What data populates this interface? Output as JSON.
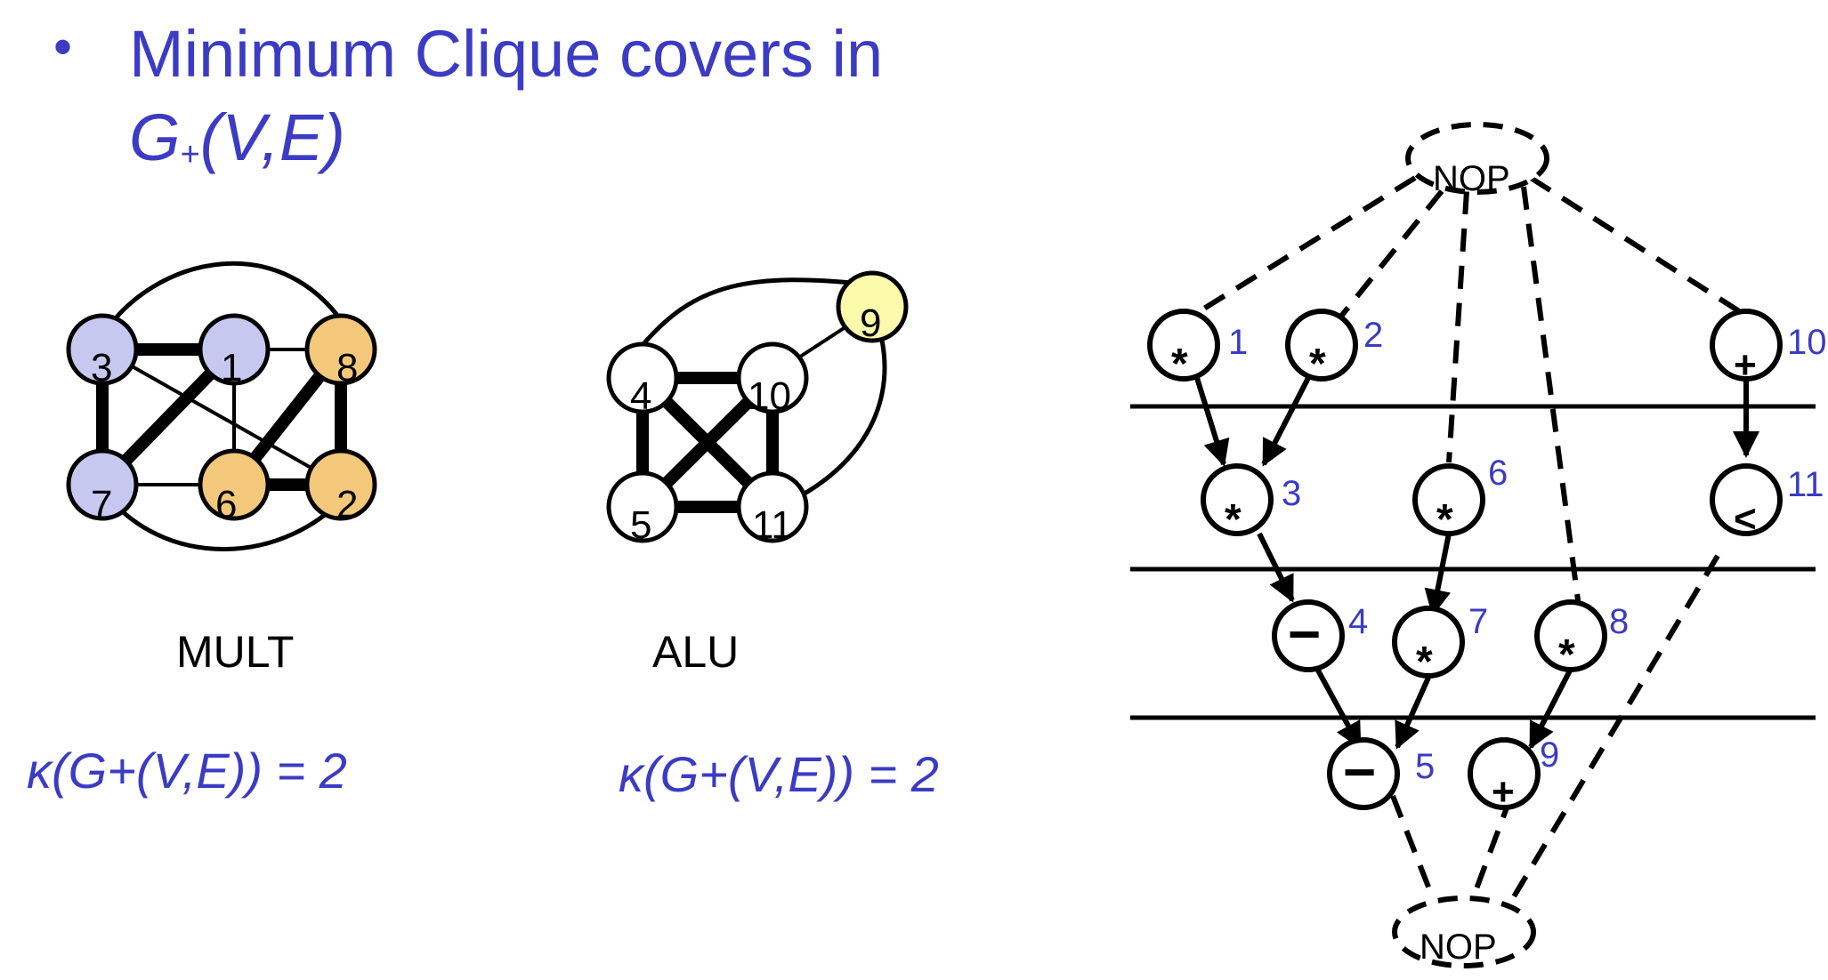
{
  "slide": {
    "bullet": "•",
    "title_line1": "Minimum Clique covers in",
    "title_line2_G": "G",
    "title_line2_sub": "+",
    "title_line2_rest": "(V,E)"
  },
  "colors": {
    "title": "#3b3bc4",
    "clique_purple": "#c7c8f0",
    "clique_orange": "#f3c87a",
    "clique_yellow": "#fbfbab",
    "index": "#3b3bc4"
  },
  "mult_graph": {
    "caption": "MULT",
    "nodes": [
      {
        "id": "3",
        "clique": "purple"
      },
      {
        "id": "1",
        "clique": "purple"
      },
      {
        "id": "8",
        "clique": "orange"
      },
      {
        "id": "7",
        "clique": "purple"
      },
      {
        "id": "6",
        "clique": "orange"
      },
      {
        "id": "2",
        "clique": "orange"
      }
    ],
    "kappa": "κ(G+(V,E)) = 2"
  },
  "alu_graph": {
    "caption": "ALU",
    "nodes": [
      {
        "id": "9",
        "clique": "yellow"
      },
      {
        "id": "4",
        "clique": "white"
      },
      {
        "id": "10",
        "clique": "white"
      },
      {
        "id": "5",
        "clique": "white"
      },
      {
        "id": "11",
        "clique": "white"
      }
    ],
    "kappa": "κ(G+(V,E)) = 2"
  },
  "schedule_graph": {
    "source_label": "NOP",
    "sink_label": "NOP",
    "ops": [
      {
        "index": "1",
        "op": "*"
      },
      {
        "index": "2",
        "op": "*"
      },
      {
        "index": "10",
        "op": "+"
      },
      {
        "index": "3",
        "op": "*"
      },
      {
        "index": "6",
        "op": "*"
      },
      {
        "index": "11",
        "op": "<"
      },
      {
        "index": "4",
        "op": "−"
      },
      {
        "index": "7",
        "op": "*"
      },
      {
        "index": "8",
        "op": "*"
      },
      {
        "index": "5",
        "op": "−"
      },
      {
        "index": "9",
        "op": "+"
      }
    ]
  }
}
